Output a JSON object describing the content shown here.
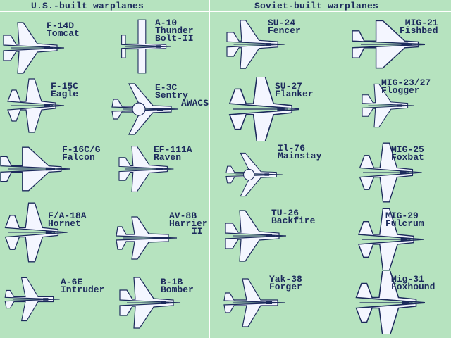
{
  "headers": {
    "us": "U.S.-built warplanes",
    "soviet": "Soviet-built warplanes"
  },
  "colors": {
    "background": "#b6e3bf",
    "ink": "#1c2a5c",
    "plane_fill": "#f4f6ff",
    "divider": "#ffffff"
  },
  "us_planes": [
    {
      "id": "f-14d",
      "lines": [
        "F-14D",
        "Tomcat"
      ]
    },
    {
      "id": "a-10",
      "lines": [
        "A-10",
        "Thunder",
        "Bolt-II"
      ]
    },
    {
      "id": "f-15c",
      "lines": [
        "F-15C",
        "Eagle"
      ]
    },
    {
      "id": "e-3c",
      "lines": [
        "E-3C",
        "Sentry",
        "AWACS"
      ]
    },
    {
      "id": "f-16cg",
      "lines": [
        "F-16C/G",
        "Falcon"
      ]
    },
    {
      "id": "ef-111a",
      "lines": [
        "EF-111A",
        "Raven"
      ]
    },
    {
      "id": "fa-18a",
      "lines": [
        "F/A-18A",
        "Hornet"
      ]
    },
    {
      "id": "av-8b",
      "lines": [
        "AV-8B",
        "Harrier",
        "II"
      ]
    },
    {
      "id": "a-6e",
      "lines": [
        "A-6E",
        "Intruder"
      ]
    },
    {
      "id": "b-1b",
      "lines": [
        "B-1B",
        "Bomber"
      ]
    }
  ],
  "soviet_planes": [
    {
      "id": "su-24",
      "lines": [
        "SU-24",
        "Fencer"
      ]
    },
    {
      "id": "mig-21",
      "lines": [
        "MIG-21",
        "Fishbed"
      ]
    },
    {
      "id": "su-27",
      "lines": [
        "SU-27",
        "Flanker"
      ]
    },
    {
      "id": "mig-23-27",
      "lines": [
        "MIG-23/27",
        "Flogger"
      ]
    },
    {
      "id": "il-76",
      "lines": [
        "Il-76",
        "Mainstay"
      ]
    },
    {
      "id": "mig-25",
      "lines": [
        "MIG-25",
        "Foxbat"
      ]
    },
    {
      "id": "tu-26",
      "lines": [
        "TU-26",
        "Backfire"
      ]
    },
    {
      "id": "mig-29",
      "lines": [
        "MIG-29",
        "Fulcrum"
      ]
    },
    {
      "id": "yak-38",
      "lines": [
        "Yak-38",
        "Forger"
      ]
    },
    {
      "id": "mig-31",
      "lines": [
        "Mig-31",
        "Foxhound"
      ]
    }
  ]
}
